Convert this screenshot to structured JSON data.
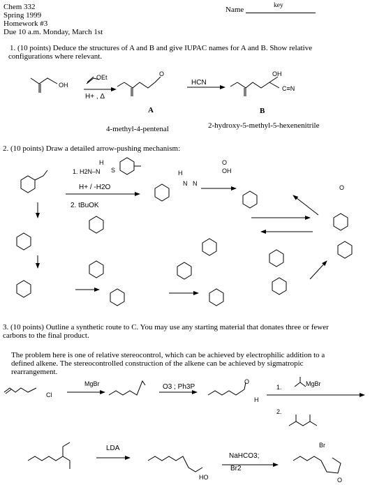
{
  "header": {
    "course": "Chem 332",
    "term": "Spring 1999",
    "homework": "Homework #3",
    "due": "Due 10 a.m. Monday, March 1st",
    "name_label": "Name",
    "name_value": "key"
  },
  "q1": {
    "line1": "1.  (10 points) Deduce the structures of A and B and give IUPAC names for A and B.  Show relative",
    "line2": "configurations where relevant.",
    "reagent_oet": "OEt",
    "reagent_oh": "OH",
    "conditions": "H+ , Δ",
    "reagent_hcn": "HCN",
    "product_a_label": "A",
    "product_b_label": "B",
    "product_a_name": "4-methyl-4-pentenal",
    "product_b_name": "2-hydroxy-5-methyl-5-hexenenitrile",
    "aldehyde_o": "O",
    "nitrile_oh": "OH",
    "nitrile_cn": "C≡N"
  },
  "q2": {
    "line1": "2.  (10 points) Draw a detailed arrow-pushing mechanism:",
    "step1": "1.  H2N–N",
    "step1b": "H",
    "step1c": "H+ / -H2O",
    "step2": "2.  tBuOK",
    "diazo1": "H",
    "diazo2": "N",
    "diazo3": "N",
    "propanoic_oh": "OH",
    "propanoic_o": "O",
    "s_label": "S",
    "o_minus": "O"
  },
  "q3": {
    "line1": "3.  (10 points)  Outline a synthetic route to C.  You may use any starting material that donates three or fewer",
    "line2": "carbons to the final product.",
    "para1": "The problem here is one of relative stereocontrol, which can be achieved by electrophilic addition to a",
    "para2": "defined alkene.  The stereocontrolled construction of the alkene can be achieved by sigmatropic",
    "para3": "rearrangement.",
    "cl": "Cl",
    "mgbr1": "MgBr",
    "o3": "O3 ; Ph3P",
    "ald_o": "O",
    "ald_h": "H",
    "step_1": "1.",
    "mgbr2": "MgBr",
    "step_2": "2.",
    "lda": "LDA",
    "nahco3": "NaHCO3;",
    "br2": "Br2",
    "br": "Br",
    "ho": "HO",
    "o_lbl": "O"
  }
}
